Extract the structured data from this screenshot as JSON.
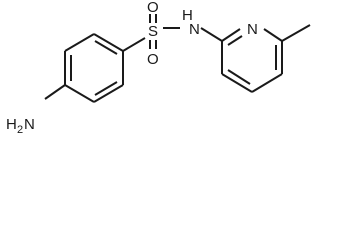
{
  "molecule": {
    "atoms": {
      "sulfur": "S",
      "oxygen_top": "O",
      "oxygen_bottom": "O",
      "amide_nh": "H",
      "amide_n": "N",
      "pyridine_n": "N",
      "amine_h": "H",
      "amine_sub": "2",
      "amine_n": "N"
    },
    "colors": {
      "bond": "#1a1a1a",
      "label": "#1a1a1a",
      "background": "#ffffff"
    }
  }
}
